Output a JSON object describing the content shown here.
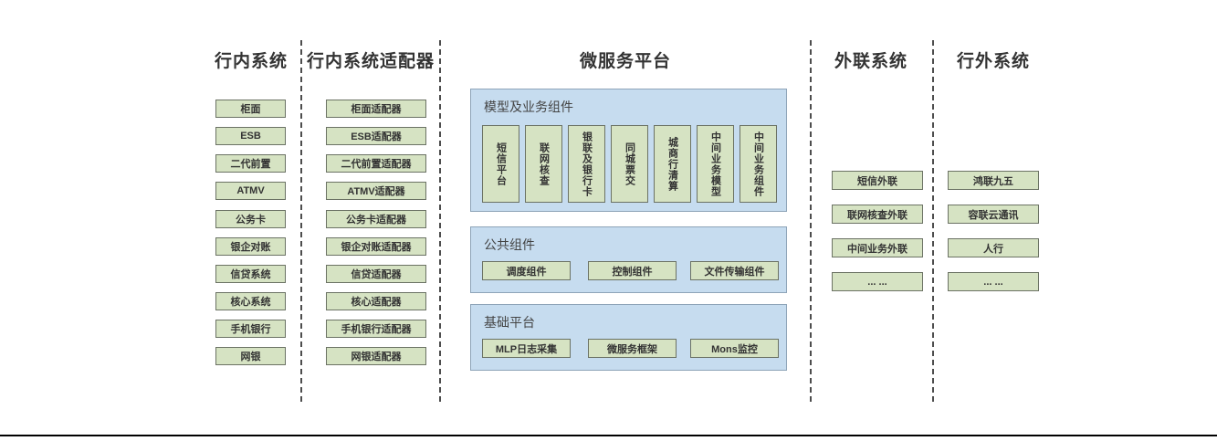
{
  "columns": [
    {
      "title": "行内系统"
    },
    {
      "title": "行内系统适配器"
    },
    {
      "title": "微服务平台"
    },
    {
      "title": "外联系统"
    },
    {
      "title": "行外系统"
    }
  ],
  "internal_systems": [
    "柜面",
    "ESB",
    "二代前置",
    "ATMV",
    "公务卡",
    "银企对账",
    "信贷系统",
    "核心系统",
    "手机银行",
    "网银"
  ],
  "internal_adapters": [
    "柜面适配器",
    "ESB适配器",
    "二代前置适配器",
    "ATMV适配器",
    "公务卡适配器",
    "银企对账适配器",
    "信贷适配器",
    "核心适配器",
    "手机银行适配器",
    "网银适配器"
  ],
  "microservice_platform": {
    "model_panel": {
      "label": "模型及业务组件",
      "items": [
        "短信平台",
        "联网核查",
        "银联及银行卡",
        "同城票交",
        "城商行清算",
        "中间业务模型",
        "中间业务组件"
      ]
    },
    "common_panel": {
      "label": "公共组件",
      "items": [
        "调度组件",
        "控制组件",
        "文件传输组件"
      ]
    },
    "base_panel": {
      "label": "基础平台",
      "items": [
        "MLP日志采集",
        "微服务框架",
        "Mons监控"
      ]
    }
  },
  "external_link_systems": [
    "短信外联",
    "联网核查外联",
    "中间业务外联",
    "... ..."
  ],
  "offbank_systems": [
    "鸿联九五",
    "容联云通讯",
    "人行",
    "... ..."
  ],
  "colors": {
    "node_fill": "#d6e3c3",
    "node_border": "#6b7264",
    "panel_fill": "#c6dcef",
    "panel_border": "#8ea4b8",
    "divider": "#4d4d4d",
    "text": "#333333"
  }
}
